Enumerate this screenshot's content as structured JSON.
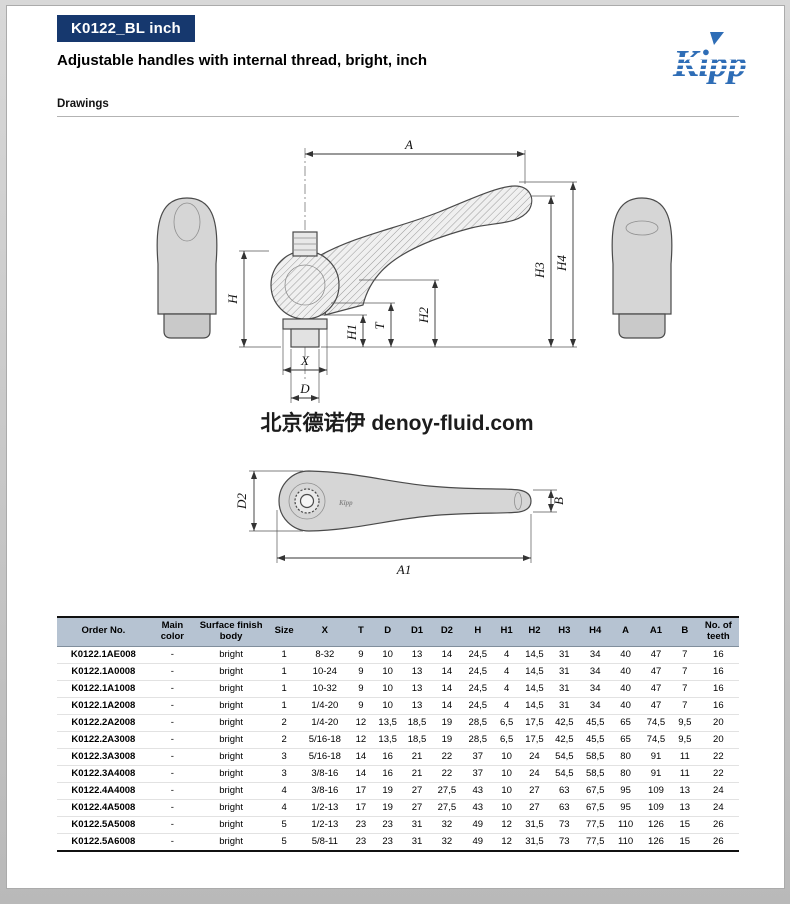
{
  "page": {
    "product_code": "K0122_BL inch",
    "title": "Adjustable handles with internal thread, bright, inch",
    "section_drawings": "Drawings",
    "watermark": "北京德诺伊 denoy-fluid.com",
    "logo_text": "Kipp"
  },
  "colors": {
    "badge_bg": "#16386e",
    "logo_blue": "#2e6db6",
    "table_header_bg": "#b6c3d2"
  },
  "drawing": {
    "labels": {
      "A": "A",
      "H": "H",
      "H1": "H1",
      "H2": "H2",
      "H3": "H3",
      "H4": "H4",
      "T": "T",
      "X": "X",
      "D": "D",
      "D2": "D2",
      "A1": "A1",
      "B": "B"
    }
  },
  "table": {
    "headers": [
      "Order No.",
      "Main\ncolor",
      "Surface finish\nbody",
      "Size",
      "X",
      "T",
      "D",
      "D1",
      "D2",
      "H",
      "H1",
      "H2",
      "H3",
      "H4",
      "A",
      "A1",
      "B",
      "No. of\nteeth"
    ],
    "rows": [
      [
        "K0122.1AE008",
        "-",
        "bright",
        "1",
        "8-32",
        "9",
        "10",
        "13",
        "14",
        "24,5",
        "4",
        "14,5",
        "31",
        "34",
        "40",
        "47",
        "7",
        "16"
      ],
      [
        "K0122.1A0008",
        "-",
        "bright",
        "1",
        "10-24",
        "9",
        "10",
        "13",
        "14",
        "24,5",
        "4",
        "14,5",
        "31",
        "34",
        "40",
        "47",
        "7",
        "16"
      ],
      [
        "K0122.1A1008",
        "-",
        "bright",
        "1",
        "10-32",
        "9",
        "10",
        "13",
        "14",
        "24,5",
        "4",
        "14,5",
        "31",
        "34",
        "40",
        "47",
        "7",
        "16"
      ],
      [
        "K0122.1A2008",
        "-",
        "bright",
        "1",
        "1/4-20",
        "9",
        "10",
        "13",
        "14",
        "24,5",
        "4",
        "14,5",
        "31",
        "34",
        "40",
        "47",
        "7",
        "16"
      ],
      [
        "K0122.2A2008",
        "-",
        "bright",
        "2",
        "1/4-20",
        "12",
        "13,5",
        "18,5",
        "19",
        "28,5",
        "6,5",
        "17,5",
        "42,5",
        "45,5",
        "65",
        "74,5",
        "9,5",
        "20"
      ],
      [
        "K0122.2A3008",
        "-",
        "bright",
        "2",
        "5/16-18",
        "12",
        "13,5",
        "18,5",
        "19",
        "28,5",
        "6,5",
        "17,5",
        "42,5",
        "45,5",
        "65",
        "74,5",
        "9,5",
        "20"
      ],
      [
        "K0122.3A3008",
        "-",
        "bright",
        "3",
        "5/16-18",
        "14",
        "16",
        "21",
        "22",
        "37",
        "10",
        "24",
        "54,5",
        "58,5",
        "80",
        "91",
        "11",
        "22"
      ],
      [
        "K0122.3A4008",
        "-",
        "bright",
        "3",
        "3/8-16",
        "14",
        "16",
        "21",
        "22",
        "37",
        "10",
        "24",
        "54,5",
        "58,5",
        "80",
        "91",
        "11",
        "22"
      ],
      [
        "K0122.4A4008",
        "-",
        "bright",
        "4",
        "3/8-16",
        "17",
        "19",
        "27",
        "27,5",
        "43",
        "10",
        "27",
        "63",
        "67,5",
        "95",
        "109",
        "13",
        "24"
      ],
      [
        "K0122.4A5008",
        "-",
        "bright",
        "4",
        "1/2-13",
        "17",
        "19",
        "27",
        "27,5",
        "43",
        "10",
        "27",
        "63",
        "67,5",
        "95",
        "109",
        "13",
        "24"
      ],
      [
        "K0122.5A5008",
        "-",
        "bright",
        "5",
        "1/2-13",
        "23",
        "23",
        "31",
        "32",
        "49",
        "12",
        "31,5",
        "73",
        "77,5",
        "110",
        "126",
        "15",
        "26"
      ],
      [
        "K0122.5A6008",
        "-",
        "bright",
        "5",
        "5/8-11",
        "23",
        "23",
        "31",
        "32",
        "49",
        "12",
        "31,5",
        "73",
        "77,5",
        "110",
        "126",
        "15",
        "26"
      ]
    ]
  }
}
